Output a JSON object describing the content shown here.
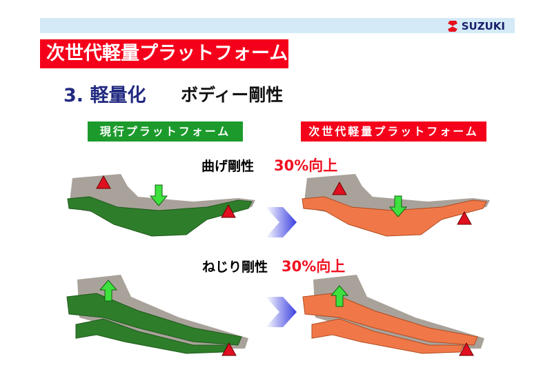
{
  "header": {
    "brand": "SUZUKI",
    "logo_icon": "suzuki-s-icon"
  },
  "title": "次世代軽量プラットフォーム",
  "section": {
    "number_title": "3. 軽量化",
    "subtitle": "ボディー剛性"
  },
  "labels": {
    "current": "現行プラットフォーム",
    "next": "次世代軽量プラットフォーム"
  },
  "bending": {
    "label": "曲げ剛性",
    "improvement": "30%向上"
  },
  "torsion": {
    "label": "ねじり剛性",
    "improvement": "30%向上"
  },
  "colors": {
    "current": "#1c9a2c",
    "next": "#f5001a",
    "frame_green": "#2e7d2a",
    "frame_orange": "#f07848",
    "accent_blue": "#222a80"
  }
}
